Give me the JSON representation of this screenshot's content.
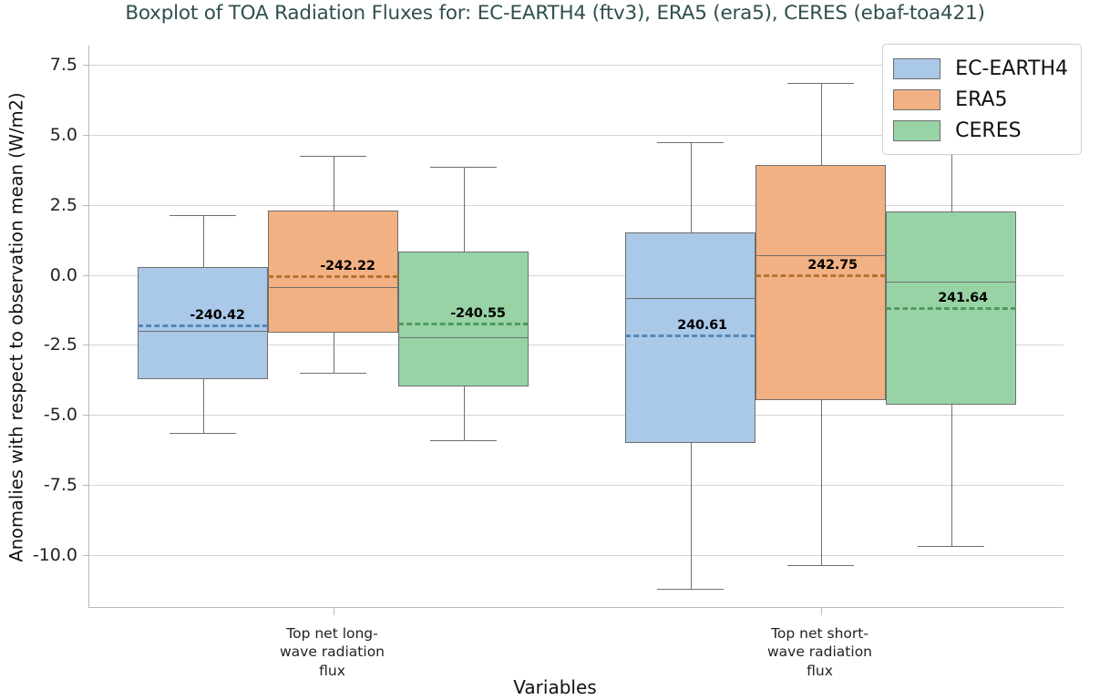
{
  "chart_data": {
    "type": "box",
    "title": "Boxplot of TOA Radiation Fluxes for: EC-EARTH4 (ftv3), ERA5 (era5), CERES (ebaf-toa421)",
    "xlabel": "Variables",
    "ylabel": "Anomalies with respect to observation mean (W/m2)",
    "ylim": [
      -11.9,
      8.2
    ],
    "yticks": [
      "7.5",
      "5.0",
      "2.5",
      "0.0",
      "-2.5",
      "-5.0",
      "-7.5",
      "-10.0"
    ],
    "ytick_values": [
      7.5,
      5.0,
      2.5,
      0.0,
      -2.5,
      -5.0,
      -7.5,
      -10.0
    ],
    "grid": true,
    "legend_position": "upper right",
    "categories": [
      "Top net long-\nwave radiation\nflux",
      "Top net short-\nwave radiation\nflux"
    ],
    "series": [
      {
        "name": "EC-EARTH4",
        "color": "#aac8e8",
        "mean_color": "#5587b6",
        "boxes": [
          {
            "category": "Top net long-wave radiation flux",
            "whisker_low": -5.63,
            "q1": -3.72,
            "median": -2.0,
            "q3": 0.28,
            "whisker_high": 2.13,
            "mean": -1.78,
            "mean_label": "-240.42"
          },
          {
            "category": "Top net short-wave radiation flux",
            "whisker_low": -11.22,
            "q1": -6.0,
            "median": -0.82,
            "q3": 1.52,
            "whisker_high": 4.76,
            "mean": -2.14,
            "mean_label": "240.61"
          }
        ]
      },
      {
        "name": "ERA5",
        "color": "#f2b183",
        "mean_color": "#b5712f",
        "boxes": [
          {
            "category": "Top net long-wave radiation flux",
            "whisker_low": -3.5,
            "q1": -2.07,
            "median": -0.42,
            "q3": 2.29,
            "whisker_high": 4.26,
            "mean": 0.0,
            "mean_label": "-242.22"
          },
          {
            "category": "Top net short-wave radiation flux",
            "whisker_low": -10.37,
            "q1": -4.47,
            "median": 0.72,
            "q3": 3.92,
            "whisker_high": 6.88,
            "mean": 0.03,
            "mean_label": "242.75"
          }
        ]
      },
      {
        "name": "CERES",
        "color": "#98d3a5",
        "mean_color": "#4f9a60",
        "boxes": [
          {
            "category": "Top net long-wave radiation flux",
            "whisker_low": -5.9,
            "q1": -3.98,
            "median": -2.23,
            "q3": 0.85,
            "whisker_high": 3.88,
            "mean": -1.7,
            "mean_label": "-240.55"
          },
          {
            "category": "Top net short-wave radiation flux",
            "whisker_low": -9.68,
            "q1": -4.62,
            "median": -0.25,
            "q3": 2.28,
            "whisker_high": 4.78,
            "mean": -1.15,
            "mean_label": "241.64"
          }
        ]
      }
    ]
  },
  "legend": {
    "items": [
      {
        "label": "EC-EARTH4",
        "color": "#aac8e8"
      },
      {
        "label": "ERA5",
        "color": "#f2b183"
      },
      {
        "label": "CERES",
        "color": "#98d3a5"
      }
    ]
  }
}
